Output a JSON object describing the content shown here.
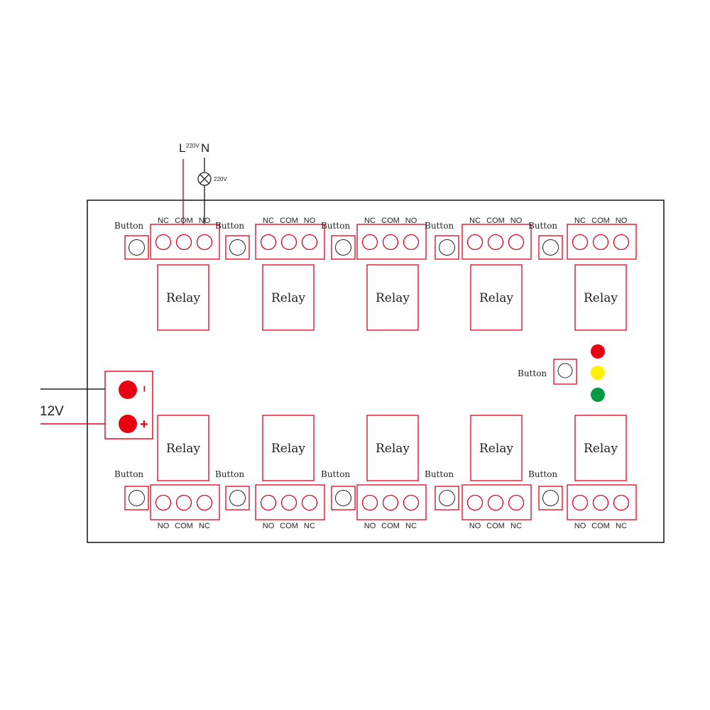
{
  "colors": {
    "outline": "#e0001b",
    "board": "#222222",
    "wire_red": "#e0001b",
    "wire_dark": "#222222",
    "terminal_fill": "#e60012",
    "led_red": "#e60012",
    "led_yellow": "#fff200",
    "led_green": "#009944"
  },
  "mains": {
    "l_label": "L",
    "n_label": "N",
    "voltage_label": "220V",
    "lamp_voltage_label": "220V",
    "lamp_icon": "lamp-icon"
  },
  "power": {
    "voltage_label": "12V",
    "minus_symbol": "−",
    "plus_symbol": "+"
  },
  "relay_label": "Relay",
  "button_label": "Button",
  "top_terminal_labels": [
    "NC",
    "COM",
    "NO"
  ],
  "bottom_terminal_labels": [
    "NO",
    "COM",
    "NC"
  ],
  "learn_button_label": "Button",
  "leds": [
    "red",
    "yellow",
    "green"
  ],
  "channel_count_per_row": 5
}
